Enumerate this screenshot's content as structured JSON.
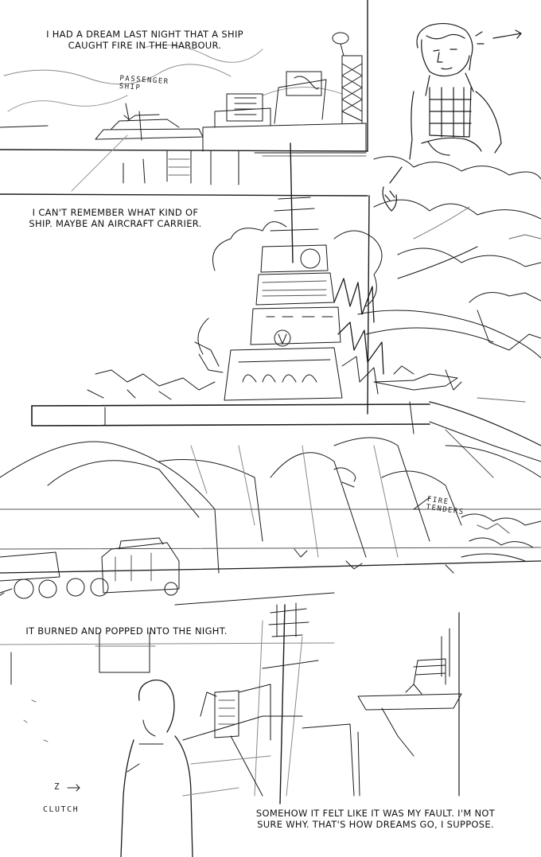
{
  "captions": {
    "panel1": "I HAD A DREAM LAST NIGHT THAT A SHIP\nCAUGHT FIRE IN THE HARBOUR.",
    "panel2": "I CAN'T REMEMBER WHAT KIND OF\nSHIP. MAYBE AN AIRCRAFT CARRIER.",
    "panel3": "IT BURNED AND POPPED INTO THE NIGHT.",
    "panel4": "SOMEHOW IT FELT LIKE IT WAS MY FAULT. I'M NOT\nSURE WHY. THAT'S HOW DREAMS GO, I SUPPOSE."
  },
  "sketch_notes": {
    "passenger_ship": "PASSENGER\nSHIP",
    "fire_tenders": "FIRE\nTENDERS",
    "clutch": "CLUTCH",
    "z_mark": "Z"
  }
}
